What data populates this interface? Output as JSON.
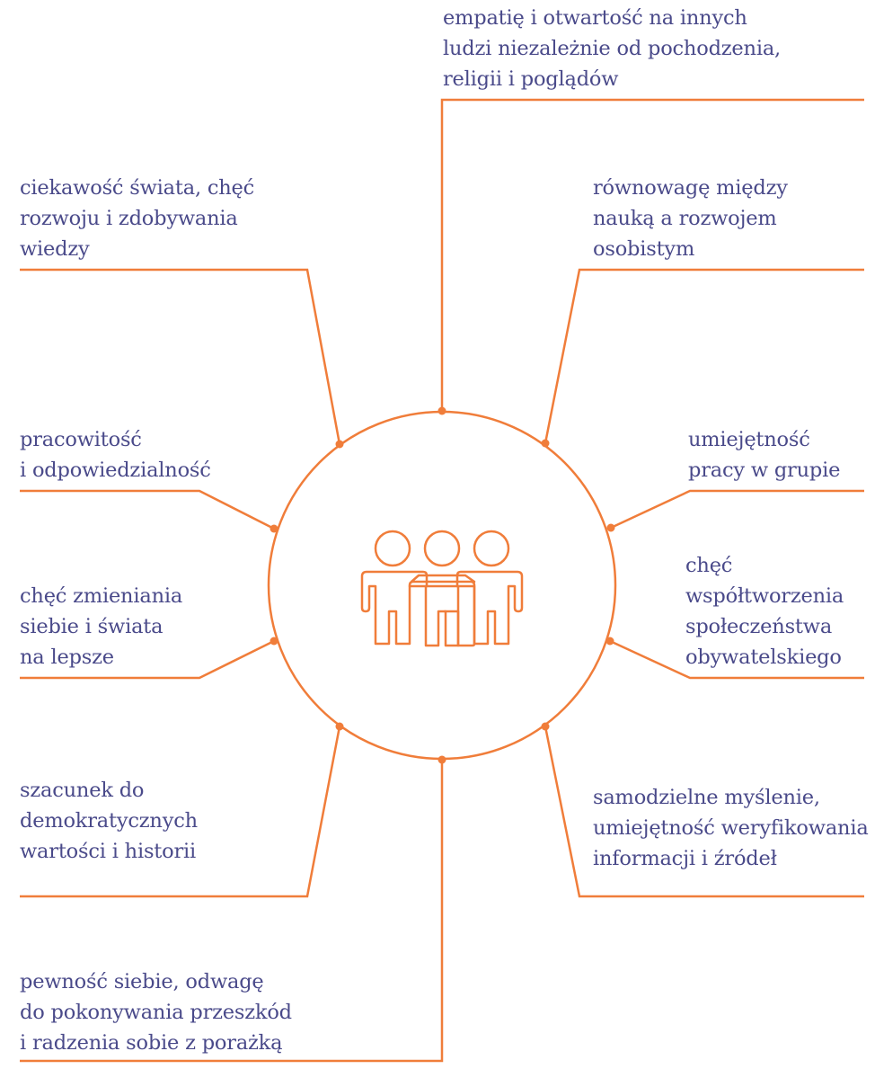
{
  "colors": {
    "accent": "#f07d3a",
    "text": "#4a4a8a",
    "background": "#ffffff"
  },
  "center_icon": "three-people-icon",
  "values": [
    {
      "id": "empathy",
      "lines": [
        "empatię i otwartość na innych",
        "ludzi niezależnie od pochodzenia,",
        "religii i poglądów"
      ]
    },
    {
      "id": "balance",
      "lines": [
        "równowagę między",
        "nauką a rozwojem",
        "osobistym"
      ]
    },
    {
      "id": "teamwork",
      "lines": [
        "umiejętność",
        "pracy w grupie"
      ]
    },
    {
      "id": "civil-society",
      "lines": [
        "chęć",
        "współtworzenia",
        "społeczeństwa",
        "obywatelskiego"
      ]
    },
    {
      "id": "critical-thinking",
      "lines": [
        "samodzielne myślenie,",
        "umiejętność weryfikowania",
        "informacji i źródeł"
      ]
    },
    {
      "id": "confidence",
      "lines": [
        "pewność siebie, odwagę",
        "do pokonywania przeszkód",
        "i radzenia sobie z porażką"
      ]
    },
    {
      "id": "democratic-values",
      "lines": [
        "szacunek do",
        "demokratycznych",
        "wartości i historii"
      ]
    },
    {
      "id": "change",
      "lines": [
        "chęć zmieniania",
        "siebie i świata",
        "na lepsze"
      ]
    },
    {
      "id": "diligence",
      "lines": [
        "pracowitość",
        "i odpowiedzialność"
      ]
    },
    {
      "id": "curiosity",
      "lines": [
        "ciekawość świata, chęć",
        "rozwoju i zdobywania",
        "wiedzy"
      ]
    }
  ]
}
